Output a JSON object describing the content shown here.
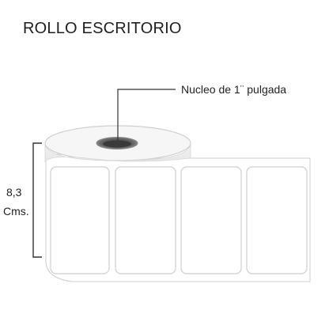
{
  "title": "ROLLO ESCRITORIO",
  "callout": {
    "core_label": "Nucleo de 1¨ pulgada"
  },
  "dimension": {
    "value": "8,3",
    "unit": "Cms."
  },
  "roll": {
    "label_count": 4
  },
  "colors": {
    "text": "#1f1f1f",
    "outline": "#cfcfcf",
    "core_dark": "#4a4a4a",
    "core_mid": "#9a9a9a",
    "dimension_line": "#333333"
  }
}
